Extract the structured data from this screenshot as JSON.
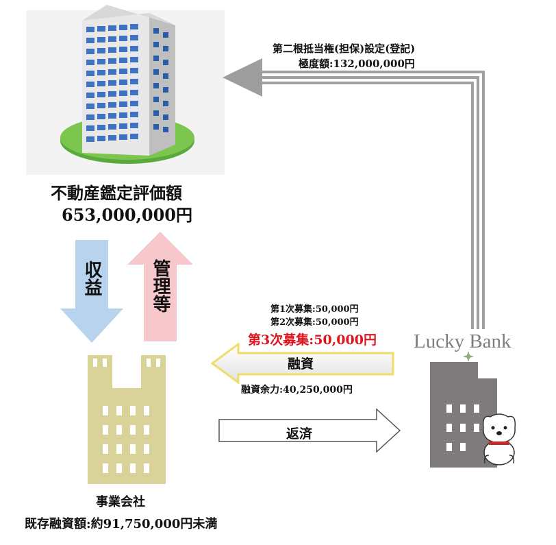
{
  "mortgage": {
    "line1": "第二根抵当権(担保)設定(登記)",
    "line2": "極度額:132,000,000円"
  },
  "appraisal": {
    "label": "不動産鑑定評価額",
    "value": "653,000,000円"
  },
  "arrows": {
    "income": "収益",
    "management": "管理等",
    "financing": "融資",
    "repayment": "返済"
  },
  "recruitment": {
    "first": "第1次募集:50,000円",
    "second": "第2次募集:50,000円",
    "third": "第3次募集:50,000円",
    "capacity": "融資余力:40,250,000円"
  },
  "bank": {
    "name": "Lucky Bank"
  },
  "company": {
    "label": "事業会社",
    "existing": "既存融資額:約91,750,000円未満"
  },
  "colors": {
    "income_arrow": "#b8d3ee",
    "management_arrow": "#f6c8cc",
    "highlight_red": "#e0141e",
    "company_building": "#d9d39a",
    "bank_building": "#7f7a7c",
    "financing_border": "#f0dc6a"
  }
}
